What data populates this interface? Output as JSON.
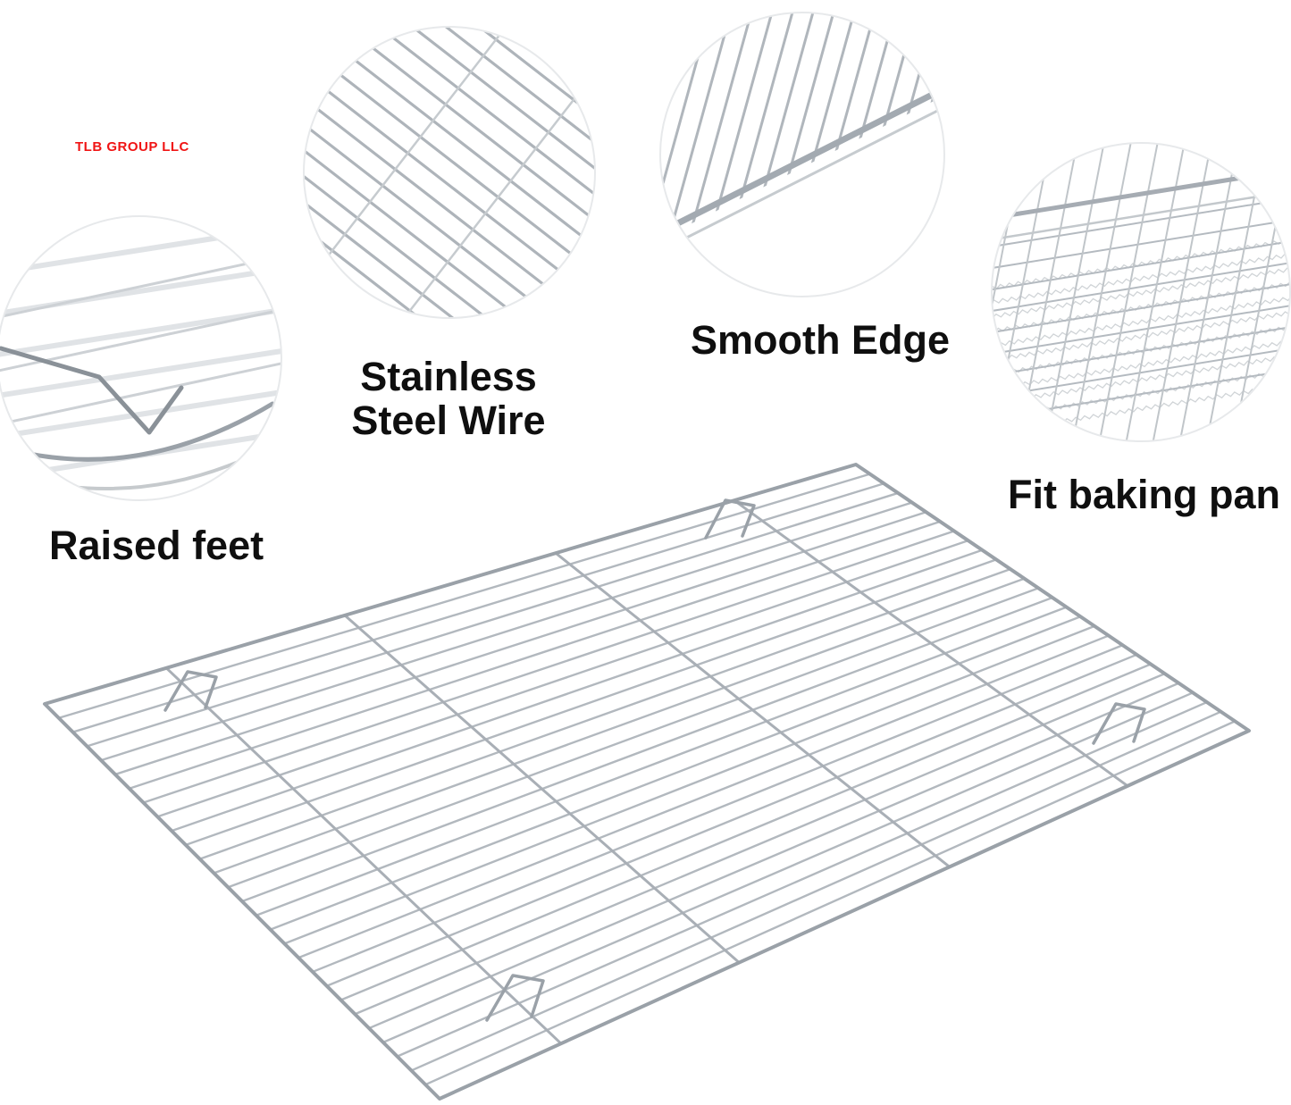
{
  "brand": {
    "text": "TLB GROUP LLC"
  },
  "callouts": {
    "raised_feet": {
      "label": "Raised feet"
    },
    "stainless_wire": {
      "label_line1": "Stainless",
      "label_line2": "Steel Wire"
    },
    "smooth_edge": {
      "label": "Smooth Edge"
    },
    "fit_baking_pan": {
      "label": "Fit baking pan"
    }
  },
  "product": {
    "name": "stainless steel cooling rack"
  },
  "colors": {
    "brand_red": "#f01414",
    "label_text": "#0f0f0f",
    "wire_gray": "#aab0b7",
    "background": "#ffffff"
  }
}
